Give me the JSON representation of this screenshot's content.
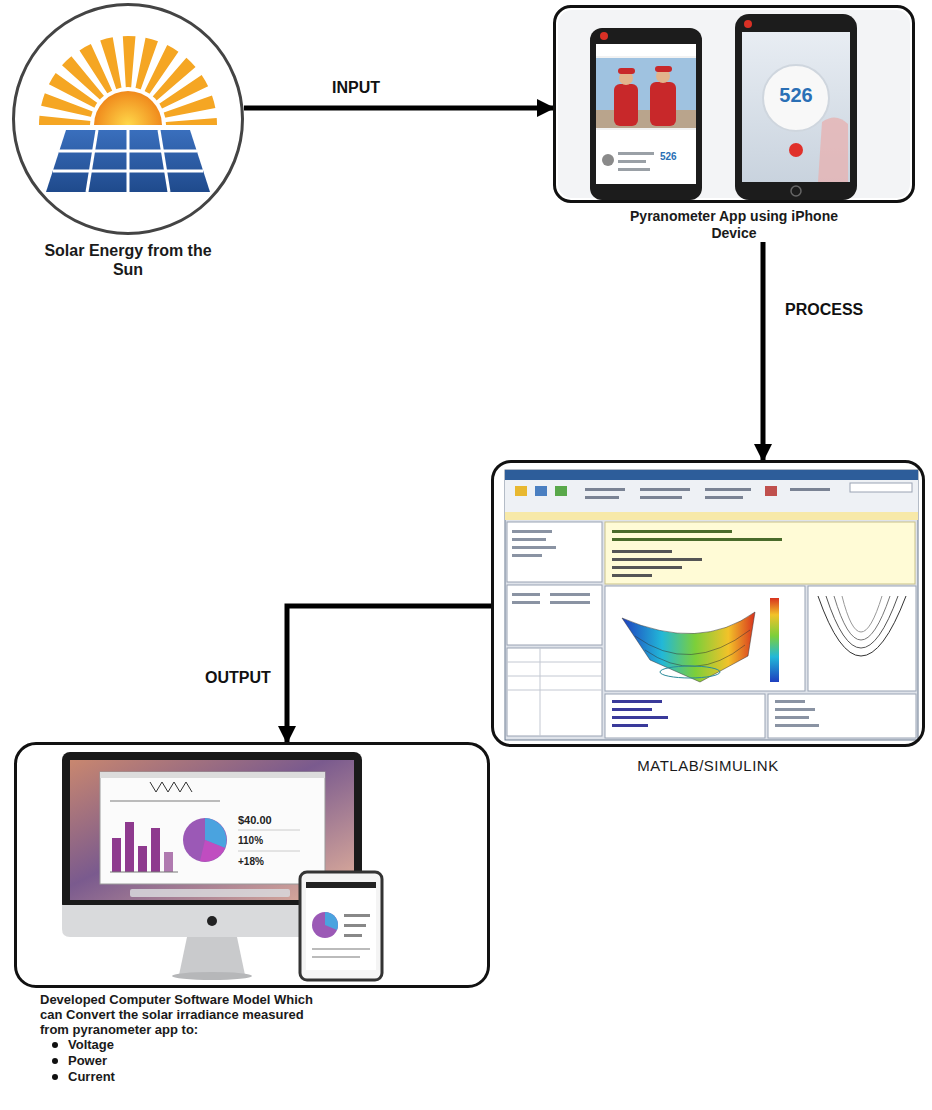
{
  "diagram": {
    "nodes": [
      {
        "text": [
          "Solar Energy from the Sun"
        ]
      },
      {
        "text": [
          "Pyranometer App using iPhone Device"
        ]
      },
      {
        "text": [
          "MATLAB/SIMULINK"
        ]
      },
      {
        "text": [
          "Developed Computer Software Model Which can Convert the solar irradiance measured from pyranometer app to:",
          "Voltage",
          "Power",
          "Current"
        ]
      }
    ],
    "edges": [
      {
        "from": 0,
        "to": 1,
        "arrow": "to",
        "label": "INPUT"
      },
      {
        "from": 1,
        "to": 2,
        "arrow": "to",
        "label": "PROCESS"
      },
      {
        "from": 2,
        "to": 3,
        "arrow": "to",
        "label": "OUTPUT"
      }
    ],
    "labels": [
      "526",
      "526",
      "$40.00",
      "110%",
      "+18%"
    ]
  }
}
